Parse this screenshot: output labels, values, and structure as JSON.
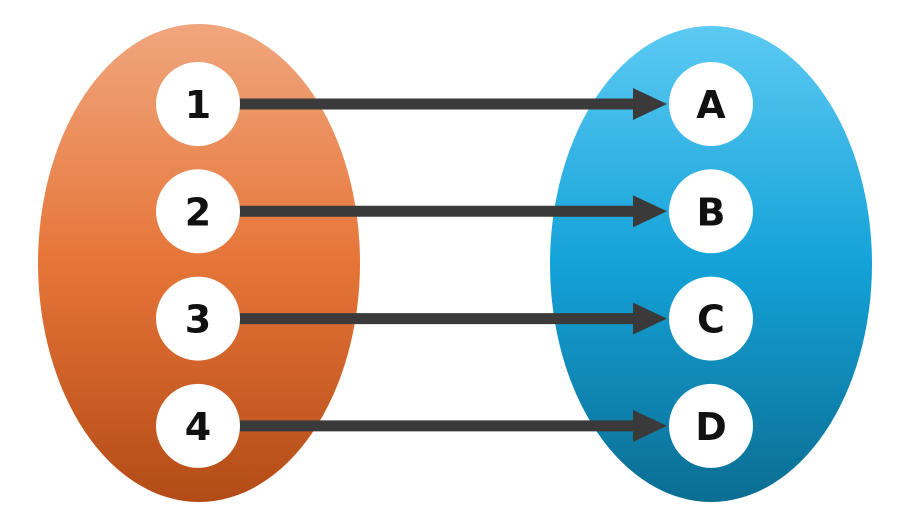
{
  "domain_set": {
    "elements": [
      "1",
      "2",
      "3",
      "4"
    ],
    "color_top": "#f0a67e",
    "color_mid": "#e67538",
    "color_bottom": "#b34b16"
  },
  "codomain_set": {
    "elements": [
      "A",
      "B",
      "C",
      "D"
    ],
    "color_top": "#5ccaf3",
    "color_mid": "#14a2d8",
    "color_bottom": "#0b6d92"
  },
  "mapping": [
    {
      "from": "1",
      "to": "A"
    },
    {
      "from": "2",
      "to": "B"
    },
    {
      "from": "3",
      "to": "C"
    },
    {
      "from": "4",
      "to": "D"
    }
  ],
  "colors": {
    "node_fill": "#ffffff",
    "arrow": "#3a3a3a",
    "label": "#111111"
  }
}
